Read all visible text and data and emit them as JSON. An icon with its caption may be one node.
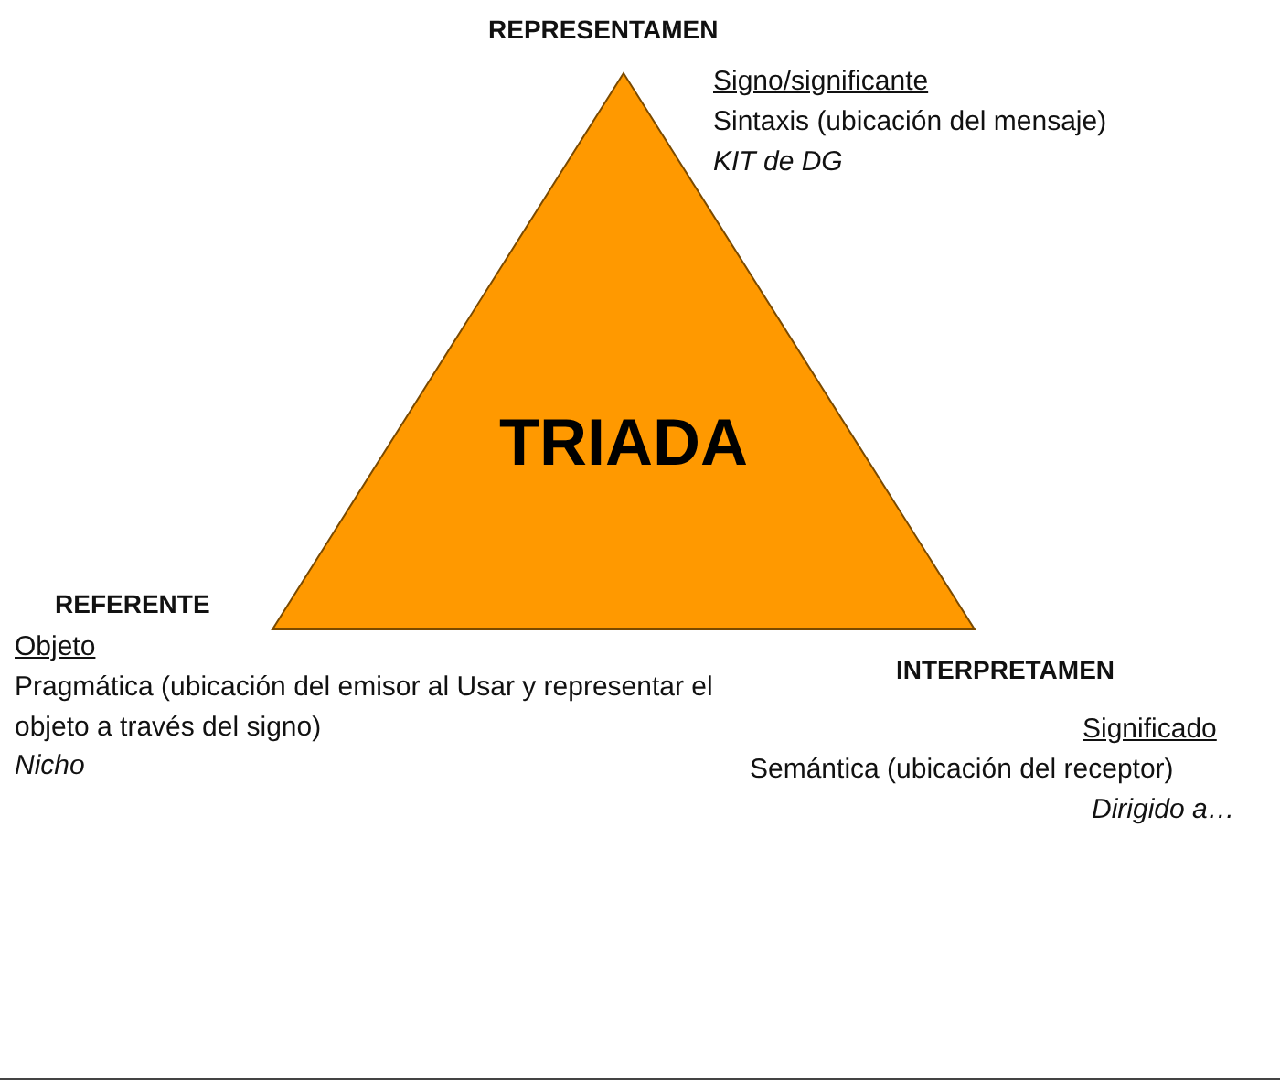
{
  "diagram": {
    "nodes": [
      {
        "text": [
          "TRIADA"
        ]
      }
    ],
    "edges": [],
    "labels": [
      "REPRESENTAMEN",
      "Signo/significante",
      "Sintaxis (ubicación del mensaje)",
      "KIT de DG",
      "REFERENTE",
      "Objeto",
      "Pragmática (ubicación del emisor al Usar y representar el objeto a través del signo)",
      "Nicho",
      "INTERPRETAMEN",
      "Significado",
      "Semántica (ubicación del receptor)",
      "Dirigido a…"
    ]
  }
}
